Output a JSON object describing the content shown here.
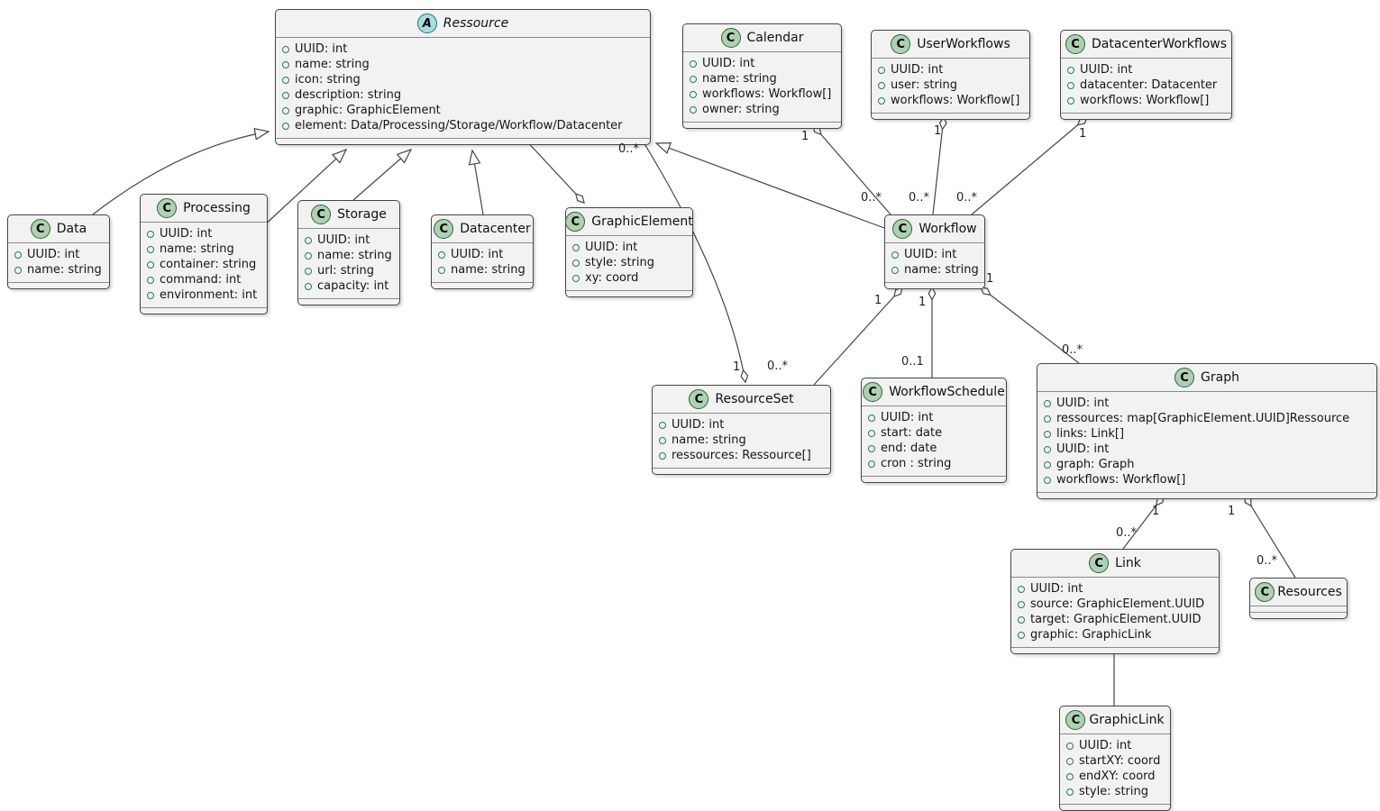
{
  "diagram": {
    "type": "uml-class-diagram",
    "colors": {
      "box_fill": "#f2f2f2",
      "box_border": "#454545",
      "class_icon_fill": "#ADD1B2",
      "abstract_icon_fill": "#A9DCDF",
      "attribute_bullet": "#1e8449",
      "line": "#454545"
    }
  },
  "classes": [
    {
      "id": "ressource",
      "name": "Ressource",
      "stereotype": "abstract",
      "icon_letter": "A",
      "attributes": [
        "UUID: int",
        "name: string",
        "icon: string",
        "description: string",
        "graphic: GraphicElement",
        "element: Data/Processing/Storage/Workflow/Datacenter"
      ]
    },
    {
      "id": "calendar",
      "name": "Calendar",
      "stereotype": "class",
      "icon_letter": "C",
      "attributes": [
        "UUID: int",
        "name: string",
        "workflows: Workflow[]",
        "owner: string"
      ]
    },
    {
      "id": "userworkflows",
      "name": "UserWorkflows",
      "stereotype": "class",
      "icon_letter": "C",
      "attributes": [
        "UUID: int",
        "user: string",
        "workflows: Workflow[]"
      ]
    },
    {
      "id": "datacenterworkflows",
      "name": "DatacenterWorkflows",
      "stereotype": "class",
      "icon_letter": "C",
      "attributes": [
        "UUID: int",
        "datacenter: Datacenter",
        "workflows: Workflow[]"
      ]
    },
    {
      "id": "data",
      "name": "Data",
      "stereotype": "class",
      "icon_letter": "C",
      "attributes": [
        "UUID: int",
        "name: string"
      ]
    },
    {
      "id": "processing",
      "name": "Processing",
      "stereotype": "class",
      "icon_letter": "C",
      "attributes": [
        "UUID: int",
        "name: string",
        "container: string",
        "command: int",
        "environment: int"
      ]
    },
    {
      "id": "storage",
      "name": "Storage",
      "stereotype": "class",
      "icon_letter": "C",
      "attributes": [
        "UUID: int",
        "name: string",
        "url: string",
        "capacity: int"
      ]
    },
    {
      "id": "datacenter",
      "name": "Datacenter",
      "stereotype": "class",
      "icon_letter": "C",
      "attributes": [
        "UUID: int",
        "name: string"
      ]
    },
    {
      "id": "graphicelement",
      "name": "GraphicElement",
      "stereotype": "class",
      "icon_letter": "C",
      "attributes": [
        "UUID: int",
        "style: string",
        "xy: coord"
      ]
    },
    {
      "id": "workflow",
      "name": "Workflow",
      "stereotype": "class",
      "icon_letter": "C",
      "attributes": [
        "UUID: int",
        "name: string"
      ]
    },
    {
      "id": "resourceset",
      "name": "ResourceSet",
      "stereotype": "class",
      "icon_letter": "C",
      "attributes": [
        "UUID: int",
        "name: string",
        "ressources: Ressource[]"
      ]
    },
    {
      "id": "workflowschedule",
      "name": "WorkflowSchedule",
      "stereotype": "class",
      "icon_letter": "C",
      "attributes": [
        "UUID: int",
        "start: date",
        "end: date",
        "cron : string"
      ]
    },
    {
      "id": "graph",
      "name": "Graph",
      "stereotype": "class",
      "icon_letter": "C",
      "attributes": [
        "UUID: int",
        "ressources: map[GraphicElement.UUID]Ressource",
        "links: Link[]",
        "UUID: int",
        "graph: Graph",
        "workflows: Workflow[]"
      ]
    },
    {
      "id": "link",
      "name": "Link",
      "stereotype": "class",
      "icon_letter": "C",
      "attributes": [
        "UUID: int",
        "source: GraphicElement.UUID",
        "target: GraphicElement.UUID",
        "graphic: GraphicLink"
      ]
    },
    {
      "id": "resources",
      "name": "Resources",
      "stereotype": "class",
      "icon_letter": "C",
      "attributes": []
    },
    {
      "id": "graphiclink",
      "name": "GraphicLink",
      "stereotype": "class",
      "icon_letter": "C",
      "attributes": [
        "UUID: int",
        "startXY: coord",
        "endXY: coord",
        "style: string"
      ]
    }
  ],
  "relationships": [
    {
      "from": "Data",
      "to": "Ressource",
      "type": "generalization"
    },
    {
      "from": "Processing",
      "to": "Ressource",
      "type": "generalization"
    },
    {
      "from": "Storage",
      "to": "Ressource",
      "type": "generalization"
    },
    {
      "from": "Datacenter",
      "to": "Ressource",
      "type": "generalization"
    },
    {
      "from": "Workflow",
      "to": "Ressource",
      "type": "generalization"
    },
    {
      "from": "Ressource",
      "to": "GraphicElement",
      "type": "aggregation",
      "diamond_at": "GraphicElement"
    },
    {
      "from": "Calendar",
      "to": "Workflow",
      "type": "aggregation",
      "diamond_at": "Calendar",
      "from_label": "1",
      "to_label": "0..*"
    },
    {
      "from": "UserWorkflows",
      "to": "Workflow",
      "type": "aggregation",
      "diamond_at": "UserWorkflows",
      "from_label": "1",
      "to_label": "0..*"
    },
    {
      "from": "DatacenterWorkflows",
      "to": "Workflow",
      "type": "aggregation",
      "diamond_at": "DatacenterWorkflows",
      "from_label": "1",
      "to_label": "0..*"
    },
    {
      "from": "ResourceSet",
      "to": "Ressource",
      "type": "aggregation",
      "diamond_at": "ResourceSet",
      "from_label": "1",
      "to_label": "0..*"
    },
    {
      "from": "Workflow",
      "to": "ResourceSet",
      "type": "aggregation",
      "diamond_at": "Workflow",
      "from_label": "1",
      "to_label": "0..*"
    },
    {
      "from": "Workflow",
      "to": "WorkflowSchedule",
      "type": "aggregation",
      "diamond_at": "Workflow",
      "from_label": "1",
      "to_label": "0..1"
    },
    {
      "from": "Workflow",
      "to": "Graph",
      "type": "aggregation",
      "diamond_at": "Workflow",
      "from_label": "1",
      "to_label": "0..*"
    },
    {
      "from": "Graph",
      "to": "Link",
      "type": "aggregation",
      "diamond_at": "Graph",
      "from_label": "1",
      "to_label": "0..*"
    },
    {
      "from": "Graph",
      "to": "Resources",
      "type": "aggregation",
      "diamond_at": "Graph",
      "from_label": "1",
      "to_label": "0..*"
    },
    {
      "from": "Link",
      "to": "GraphicLink",
      "type": "association"
    }
  ]
}
